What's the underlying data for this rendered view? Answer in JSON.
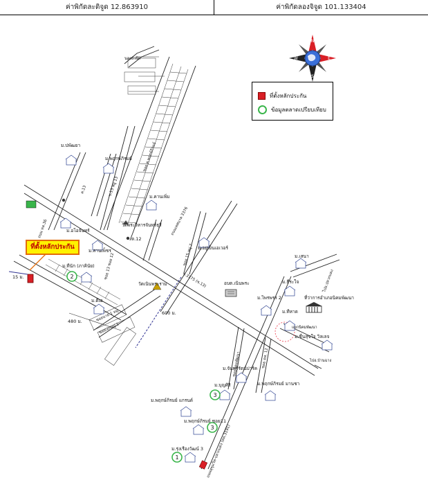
{
  "header": {
    "latitude_text": "ค่าพิกัดละติจูด 12.863910",
    "longitude_text": "ค่าพิกัดลองจิจูด 101.133404"
  },
  "legend": {
    "collateral_label": "ที่ตั้งหลักประกัน",
    "comparable_label": "ข้อมูลตลาดเปรียบเทียบ",
    "collateral_color": "#d91f26",
    "comparable_color": "#39b54a"
  },
  "compass": {
    "north": "N",
    "south": "S",
    "east": "E",
    "west": "W"
  },
  "property_callout": "ที่ตั้งหลักประกัน",
  "distances": {
    "d15": "15 ม.",
    "d480": "480 ม.",
    "d600": "600 ม."
  },
  "places": {
    "nongbua": "นองบัวนึก",
    "pajaduk": "ม.ปพัฒยา",
    "phruksa": "ม.พฤกษ์ภิรมย์",
    "soi13_1": "ซ.13 หมู่ 13",
    "soi13_2": "ต.13",
    "soi_tk": "ซอย ต.พฤกษ์ภิรมย์",
    "m_soijan": "ม.อโอจันทร์",
    "wat_phra": "วัดพระวิหารจันทร์ธุรี",
    "soi12": "ต.12",
    "m_sanphet": "ม.สานเพ็ชร",
    "m_kaanmai": "ม.คานเพิ่ม",
    "m_aub": "ม.อยู่เย็นเอเวอร์",
    "m_ploen": "ม.ทีนัก (ภาคินัย)",
    "soi13_12": "ซอย 13 ซอย 12",
    "wat_nuan": "วัดเนินพระราม",
    "m_dao": "ม.ดีเอ",
    "soi15_7": "ซอย 15 หมู่ 7",
    "soi3": "ซ.3175 (ซ.13)",
    "aub_office": "อบต.เนินพระ",
    "m_phaisan": "ม.ไพรพรร 2",
    "m_thai": "ม.ทีหาด",
    "m_sena": "ม.เสนา",
    "m_songkla": "ม.ธีระใจ",
    "office_big": "ที่ว่าการอำเภอนิคมพัฒนา",
    "intersection": "แยกนิคมพัฒนา",
    "m_chue": "ม.ชื่นสุขใจ วิลเลจ",
    "to_banchang": "ไปอ.บ้านฉาง",
    "to_plaeng": "ไปอ.ปลวกแดง",
    "soi_nikhom": "ซอยนิคมพัฒนา",
    "soi_kh": "ซอย คห. 12",
    "m_nichanan": "ม.จันทร์รัตน์ปาร์ค",
    "m_bunsri": "ม.บุญศิริ",
    "m_phruk_manee": "ม.พฤกษ์ภิรมย์ มานชา",
    "m_phruk_group": "ม.พฤกษ์ภิรมย์ แกรนด์",
    "m_phruk_11": "ม.พฤกษ์ภิรมย์ ซอย11",
    "m_run3": "ม.รุ่งเรืองวัฒน์ 3",
    "road_main": "ถนนสุขุมวิท-ปลวกแดง (ทล.3191)",
    "soi_small1": "ซอยเอกหมู่ 1",
    "soi_small2": "ซอยนาย 1 หมู่",
    "road_3376": "ถนนเทศบาล 3376",
    "road_left": "ถนน ทล.36"
  },
  "markers": {
    "m1": "1",
    "m2": "2",
    "m3a": "3",
    "m3b": "3"
  }
}
